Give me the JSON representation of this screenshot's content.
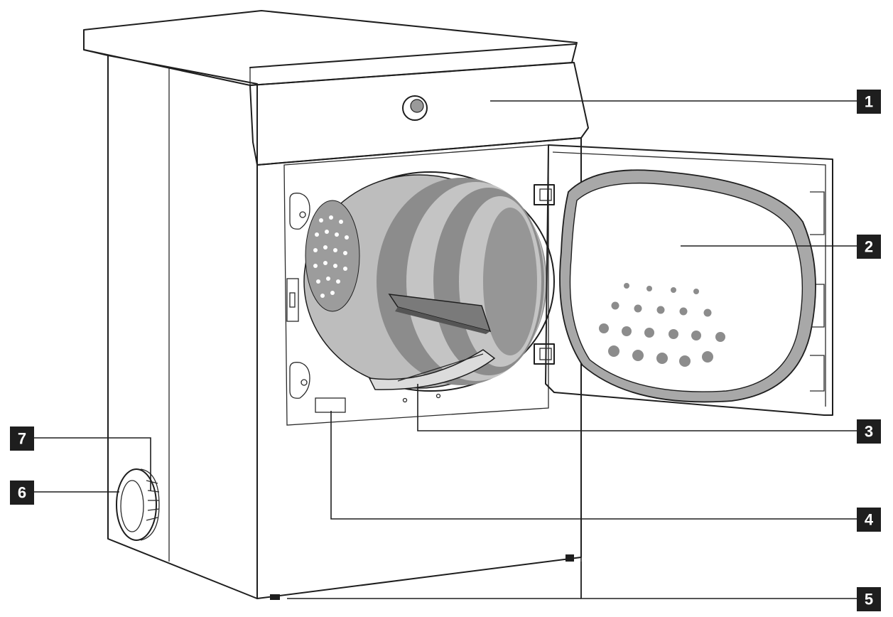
{
  "diagram": {
    "callouts": [
      {
        "number": "1"
      },
      {
        "number": "2"
      },
      {
        "number": "3"
      },
      {
        "number": "4"
      },
      {
        "number": "5"
      },
      {
        "number": "6"
      },
      {
        "number": "7"
      }
    ]
  },
  "colors": {
    "outline": "#1e1e1e",
    "drum_dark": "#8c8c8c",
    "drum_light": "#bdbdbd",
    "door_glass": "#ffffff",
    "door_seal": "#a8a8a8",
    "callout_box": "#1e1e1e",
    "callout_text": "#ffffff"
  }
}
